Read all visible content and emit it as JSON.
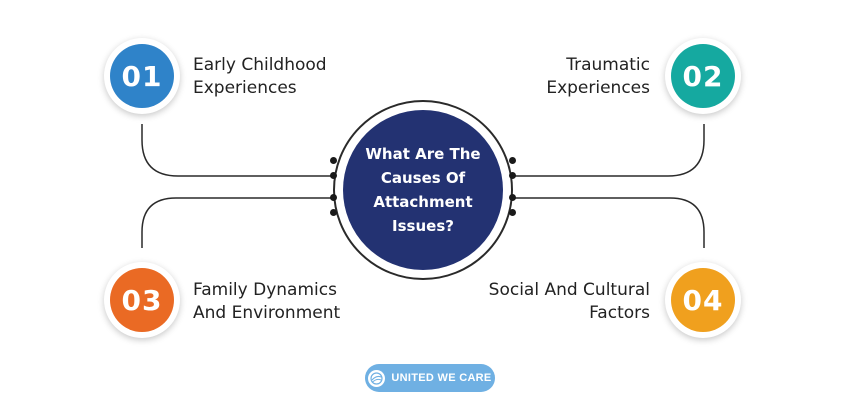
{
  "center": {
    "lines": [
      "What Are The",
      "Causes Of",
      "Attachment Issues?"
    ],
    "color": "#233272"
  },
  "items": [
    {
      "number": "01",
      "lines": [
        "Early Childhood",
        "Experiences"
      ],
      "color": "#2f83c9"
    },
    {
      "number": "02",
      "lines": [
        "Traumatic",
        "Experiences"
      ],
      "color": "#15a9a0"
    },
    {
      "number": "03",
      "lines": [
        "Family Dynamics",
        "And Environment"
      ],
      "color": "#ea6a24"
    },
    {
      "number": "04",
      "lines": [
        "Social And Cultural",
        "Factors"
      ],
      "color": "#f0a01e"
    }
  ],
  "brand": {
    "name": "UNITED WE CARE",
    "color": "#6fb0e3"
  }
}
